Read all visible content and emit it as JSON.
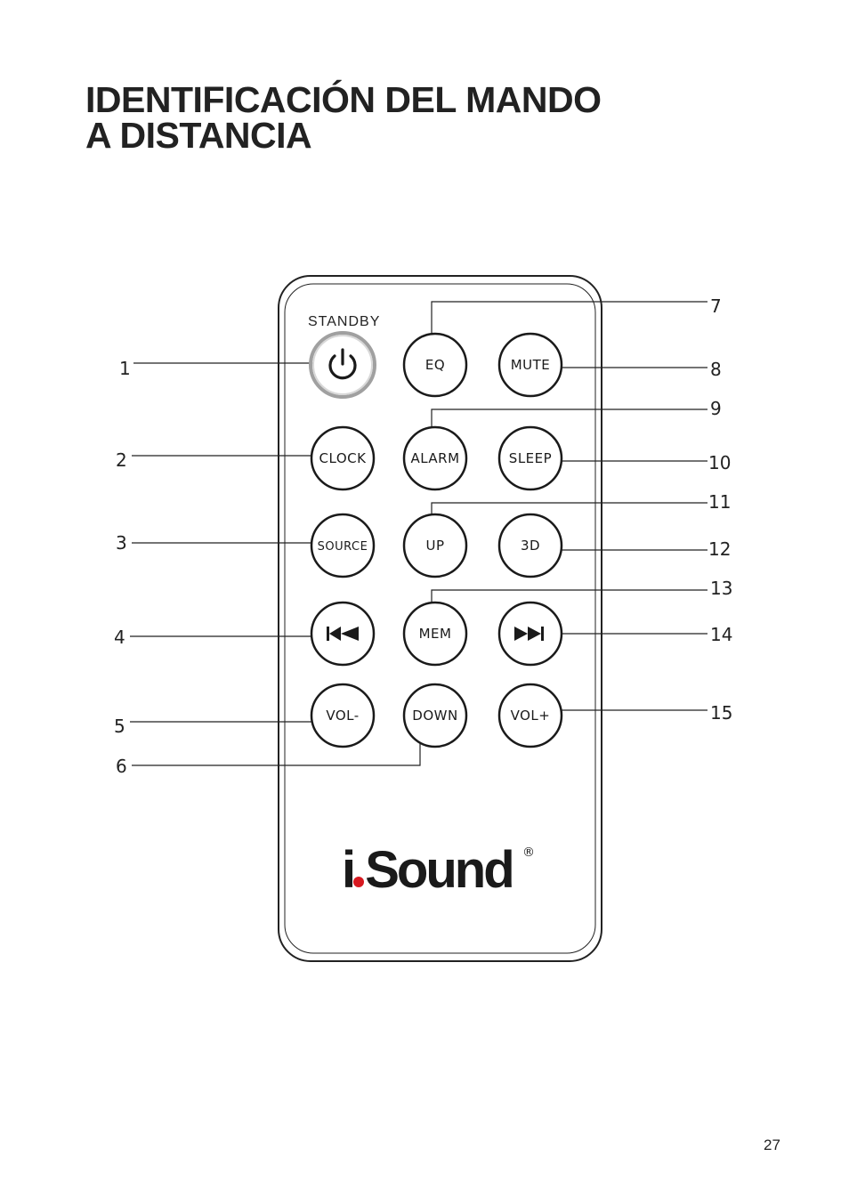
{
  "page": {
    "title_line1": "IDENTIFICACIÓN DEL MANDO",
    "title_line2": "A DISTANCIA",
    "page_number": "27"
  },
  "remote": {
    "standby_label": "STANDBY",
    "brand": {
      "name": "i.Sound",
      "trademark": "®",
      "dot_color": "#d71920"
    },
    "buttons": [
      {
        "id": "standby",
        "label": "",
        "icon": "power-icon"
      },
      {
        "id": "eq",
        "label": "EQ"
      },
      {
        "id": "mute",
        "label": "MUTE"
      },
      {
        "id": "clock",
        "label": "CLOCK"
      },
      {
        "id": "alarm",
        "label": "ALARM"
      },
      {
        "id": "sleep",
        "label": "SLEEP"
      },
      {
        "id": "source",
        "label": "SOURCE"
      },
      {
        "id": "up",
        "label": "UP"
      },
      {
        "id": "3d",
        "label": "3D"
      },
      {
        "id": "prev",
        "label": "",
        "icon": "skip-previous-icon"
      },
      {
        "id": "mem",
        "label": "MEM"
      },
      {
        "id": "next",
        "label": "",
        "icon": "skip-next-icon"
      },
      {
        "id": "vol-minus",
        "label": "VOL-"
      },
      {
        "id": "down",
        "label": "DOWN"
      },
      {
        "id": "vol-plus",
        "label": "VOL+"
      }
    ]
  },
  "callouts": [
    {
      "number": "1",
      "button": "standby"
    },
    {
      "number": "2",
      "button": "clock"
    },
    {
      "number": "3",
      "button": "source"
    },
    {
      "number": "4",
      "button": "prev"
    },
    {
      "number": "5",
      "button": "vol-minus"
    },
    {
      "number": "6",
      "button": "down"
    },
    {
      "number": "7",
      "button": "eq"
    },
    {
      "number": "8",
      "button": "mute"
    },
    {
      "number": "9",
      "button": "alarm"
    },
    {
      "number": "10",
      "button": "sleep"
    },
    {
      "number": "11",
      "button": "up"
    },
    {
      "number": "12",
      "button": "3d"
    },
    {
      "number": "13",
      "button": "mem"
    },
    {
      "number": "14",
      "button": "next"
    },
    {
      "number": "15",
      "button": "vol-plus"
    }
  ]
}
